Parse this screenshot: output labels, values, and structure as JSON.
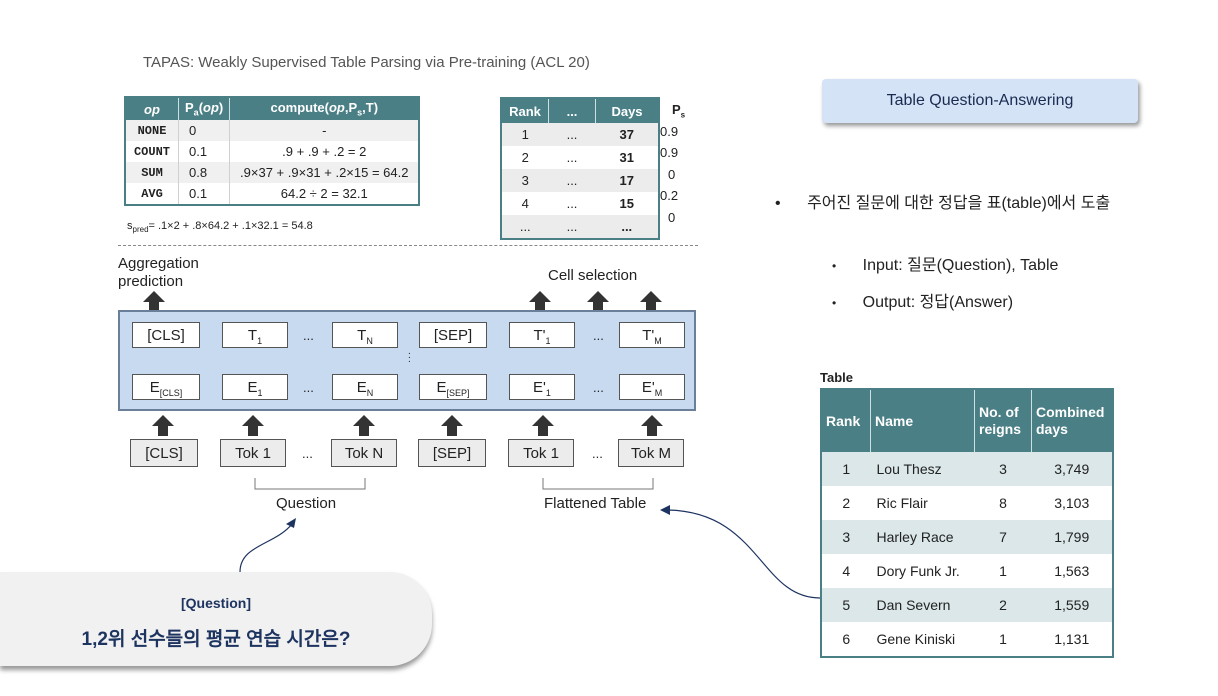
{
  "paper_title": "TAPAS: Weakly Supervised Table Parsing via Pre-training (ACL 20)",
  "op_table": {
    "headers": [
      "op",
      "Pa(op)",
      "compute(op,Ps,T)"
    ],
    "rows": [
      {
        "op": "NONE",
        "pa": "0",
        "compute": "-"
      },
      {
        "op": "COUNT",
        "pa": "0.1",
        "compute": ".9 + .9 + .2 = 2"
      },
      {
        "op": "SUM",
        "pa": "0.8",
        "compute": ".9×37 + .9×31 + .2×15 = 64.2"
      },
      {
        "op": "AVG",
        "pa": "0.1",
        "compute": "64.2 ÷ 2 = 32.1"
      }
    ]
  },
  "s_pred": "= .1×2 + .8×64.2 + .1×32.1 = 54.8",
  "rank_table": {
    "headers": [
      "Rank",
      "...",
      "Days"
    ],
    "rows": [
      [
        "1",
        "...",
        "37"
      ],
      [
        "2",
        "...",
        "31"
      ],
      [
        "3",
        "...",
        "17"
      ],
      [
        "4",
        "...",
        "15"
      ],
      [
        "...",
        "...",
        "..."
      ]
    ]
  },
  "ps_values": [
    "0.9",
    "0.9",
    "0",
    "0.2",
    "0"
  ],
  "labels": {
    "aggregation": "Aggregation",
    "prediction": "prediction",
    "cell_selection": "Cell selection",
    "question": "Question",
    "flattened_table": "Flattened Table",
    "ellipsis": "..."
  },
  "encoder": {
    "outputs": [
      "[CLS]",
      "T",
      "T",
      "[SEP]",
      "T'",
      "T'"
    ],
    "output_subs": [
      "",
      "1",
      "N",
      "",
      "1",
      "M"
    ],
    "embeddings": [
      "E",
      "E",
      "E",
      "E",
      "E'",
      "E'"
    ],
    "embedding_subs": [
      "[CLS]",
      "1",
      "N",
      "[SEP]",
      "1",
      "M"
    ],
    "inputs": [
      "[CLS]",
      "Tok 1",
      "Tok N",
      "[SEP]",
      "Tok 1",
      "Tok M"
    ]
  },
  "qa_title": "Table Question-Answering",
  "bullets": {
    "main": "주어진 질문에 대한 정답을 표(table)에서 도출",
    "input": "Input: 질문(Question), Table",
    "output": "Output: 정답(Answer)"
  },
  "table_caption": "Table",
  "wrestler_table": {
    "headers": [
      "Rank",
      "Name",
      "No. of reigns",
      "Combined days"
    ],
    "rows": [
      [
        "1",
        "Lou Thesz",
        "3",
        "3,749"
      ],
      [
        "2",
        "Ric Flair",
        "8",
        "3,103"
      ],
      [
        "3",
        "Harley Race",
        "7",
        "1,799"
      ],
      [
        "4",
        "Dory Funk Jr.",
        "1",
        "1,563"
      ],
      [
        "5",
        "Dan Severn",
        "2",
        "1,559"
      ],
      [
        "6",
        "Gene Kiniski",
        "1",
        "1,131"
      ]
    ]
  },
  "question_bubble": {
    "tag": "[Question]",
    "text": "1,2위 선수들의 평균 연습 시간은?"
  }
}
